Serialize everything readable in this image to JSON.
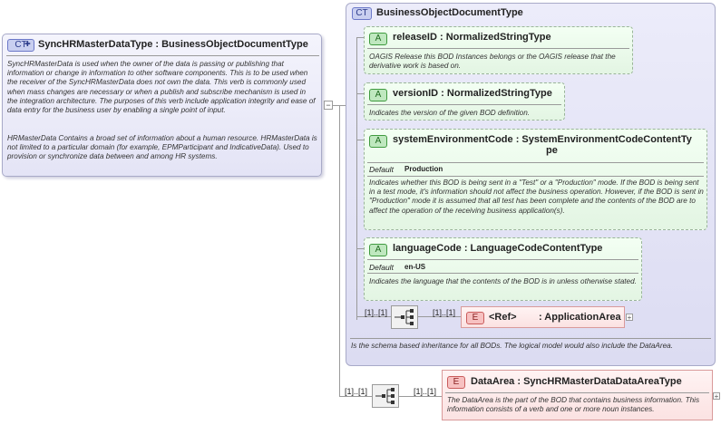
{
  "sync_type": {
    "badge": "CT",
    "title": "SyncHRMasterDataType : BusinessObjectDocumentType",
    "doc1": "SyncHRMasterData is used when the owner of the data is passing or publishing that information or change in information to other software components. This is to be used when the receiver of the SyncHRMasterData does not own the data. This verb is commonly used when mass changes are necessary or when a publish and subscribe mechanism is used in the integration architecture. The purposes of this verb include application integrity and ease of data entry for the business user by enabling a single point of input.",
    "doc2": "HRMasterData  Contains a broad set of information about a human resource. HRMasterData is not limited to a particular domain (for example, EPMParticipant and IndicativeData). Used to provision or synchronize data between and among HR systems.",
    "collapse_symbol": "−"
  },
  "bod": {
    "badge": "CT",
    "title": "BusinessObjectDocumentType",
    "doc": "Is the schema based inheritance for all BODs. The logical model would also include the DataArea."
  },
  "attributes": [
    {
      "badge": "A",
      "name": "releaseID : NormalizedStringType",
      "default_label": "",
      "default_value": "",
      "doc": "OAGIS Release this BOD Instances belongs or the OAGIS release that the derivative work is based on."
    },
    {
      "badge": "A",
      "name": "versionID : NormalizedStringType",
      "default_label": "",
      "default_value": "",
      "doc": "Indicates the version of the given BOD definition."
    },
    {
      "badge": "A",
      "name_line1": "systemEnvironmentCode : SystemEnvironmentCodeContentTy",
      "name_line2": "pe",
      "default_label": "Default",
      "default_value": "Production",
      "doc": "Indicates whether this BOD is being sent in a \"Test\" or a \"Production\" mode. If the BOD is being sent in a test mode, it's information should not affect the business operation. However, if the BOD is sent in \"Production\" mode it is assumed that all test has been complete and the contents of the BOD are to affect the operation of the receiving business application(s)."
    },
    {
      "badge": "A",
      "name": "languageCode : LanguageCodeContentType",
      "default_label": "Default",
      "default_value": "en-US",
      "doc": "Indicates the language that the contents of the BOD is in unless otherwise stated."
    }
  ],
  "app_area": {
    "seq_multiplicity": "[1]..[1]",
    "multiplicity": "[1]..[1]",
    "badge": "E",
    "ref_label": "<Ref>",
    "name": ": ApplicationArea",
    "expand_symbol": "+"
  },
  "data_area": {
    "seq_multiplicity": "[1]..[1]",
    "multiplicity": "[1]..[1]",
    "badge": "E",
    "name": "DataArea : SyncHRMasterDataDataAreaType",
    "doc": "The DataArea is the part of the BOD that contains business information. This information consists of a verb and one or more noun instances.",
    "expand_symbol": "+"
  },
  "colors": {
    "complex_type_fill": "#e8e8f8",
    "attribute_fill": "#eef9ee",
    "element_fill": "#fbe5e5",
    "connector": "#9a9a9a"
  }
}
